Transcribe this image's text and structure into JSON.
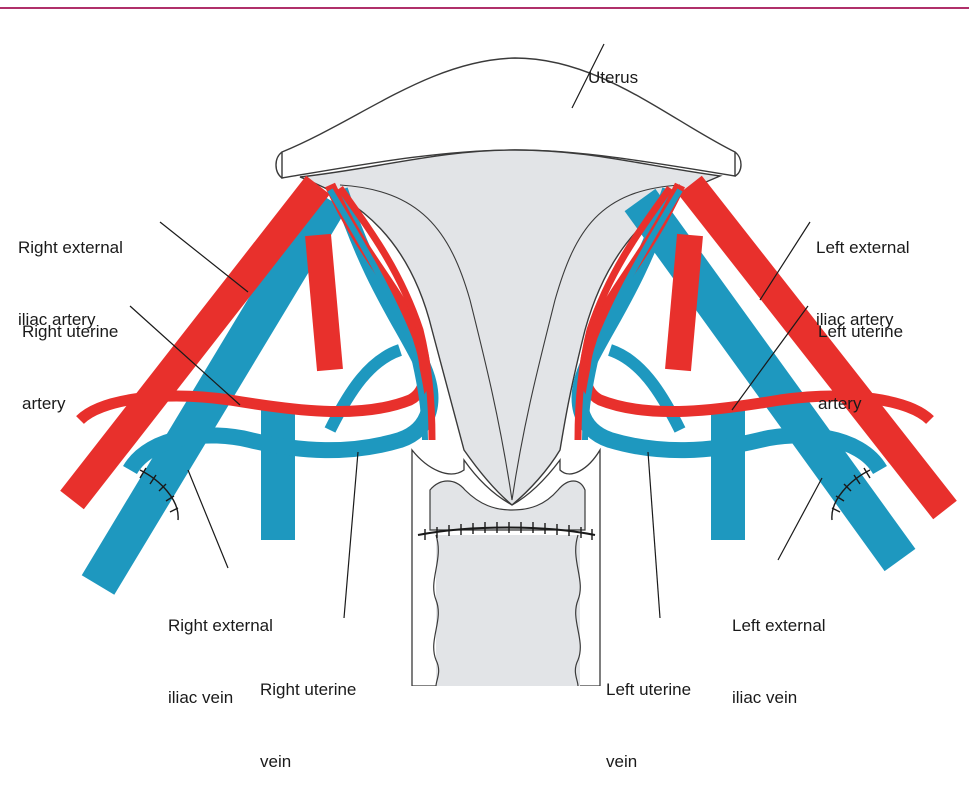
{
  "colors": {
    "top_rule": "#b0306a",
    "artery": "#e8302c",
    "vein": "#1e98bf",
    "organ_fill": "#e2e4e7",
    "outline": "#3a3a3a",
    "text": "#1a1a1a"
  },
  "labels": {
    "uterus": "Uterus",
    "right_external_iliac_artery": [
      "Right external",
      "iliac artery"
    ],
    "right_uterine_artery": [
      "Right uterine",
      "artery"
    ],
    "right_external_iliac_vein": [
      "Right external",
      "iliac vein"
    ],
    "right_uterine_vein": [
      "Right uterine",
      "vein"
    ],
    "left_external_iliac_artery": [
      "Left external",
      "iliac artery"
    ],
    "left_uterine_artery": [
      "Left uterine",
      "artery"
    ],
    "left_external_iliac_vein": [
      "Left external",
      "iliac vein"
    ],
    "left_uterine_vein": [
      "Left uterine",
      "vein"
    ]
  }
}
